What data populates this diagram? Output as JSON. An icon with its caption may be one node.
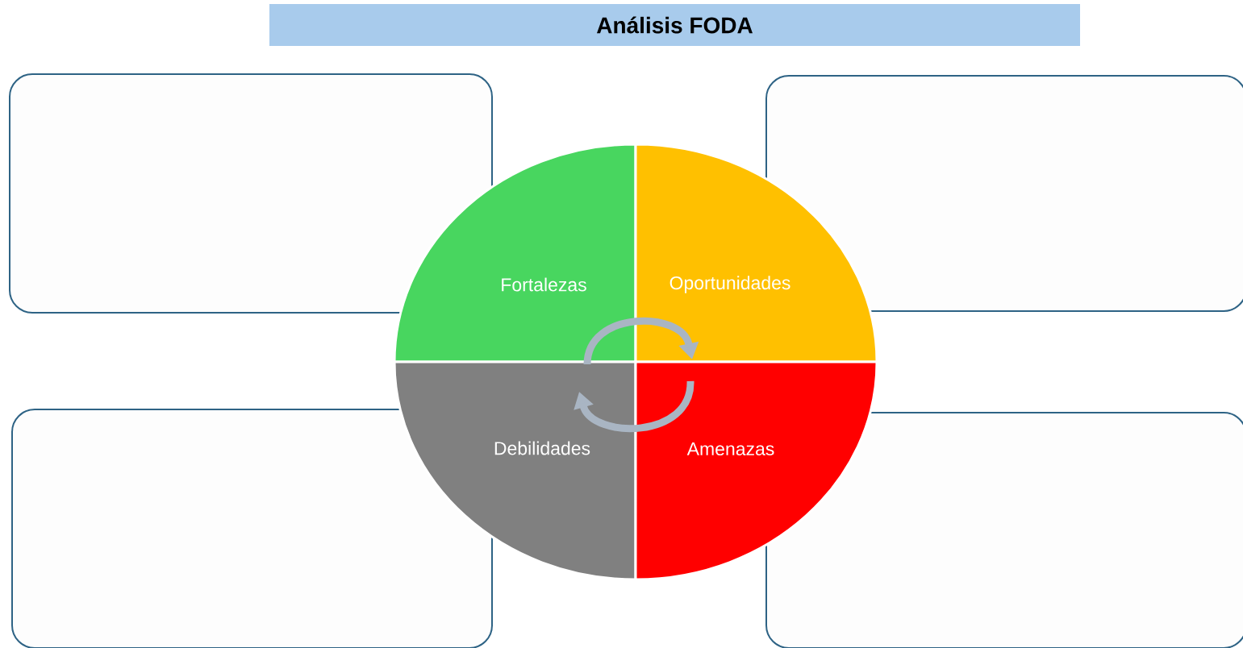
{
  "diagram": {
    "title": "Análisis FODA",
    "nodes": [
      {
        "text": [],
        "shape": "box"
      },
      {
        "text": [],
        "shape": "box"
      },
      {
        "text": [],
        "shape": "box"
      },
      {
        "text": [],
        "shape": "box"
      },
      {
        "text": [
          "Fortalezas"
        ]
      },
      {
        "text": [
          "Oportunidades"
        ]
      },
      {
        "text": [
          "Debilidades"
        ]
      },
      {
        "text": [
          "Amenazas"
        ]
      }
    ],
    "edges": [
      {
        "from": 4,
        "to": 5,
        "arrow": "to"
      },
      {
        "from": 7,
        "to": 6,
        "arrow": "to"
      }
    ]
  }
}
